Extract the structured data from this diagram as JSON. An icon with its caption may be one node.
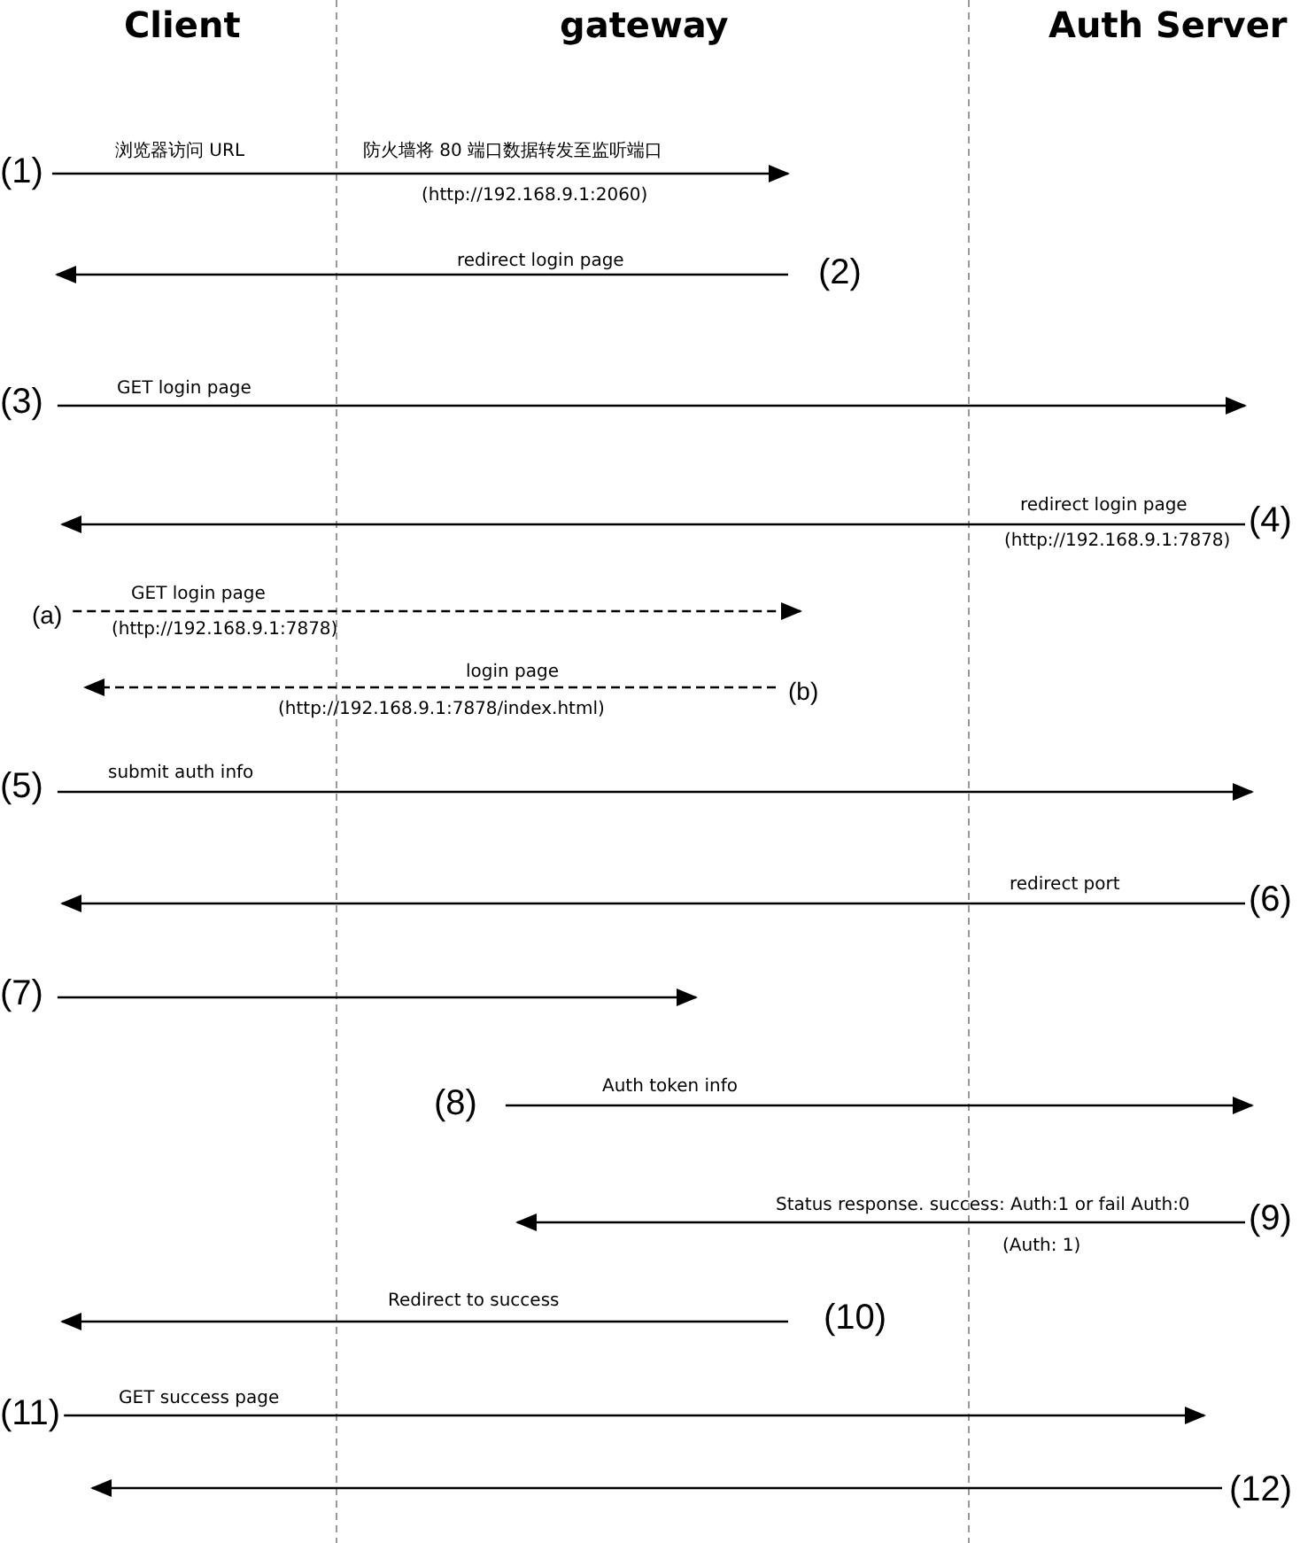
{
  "diagram": {
    "nodes": [
      {
        "text": [
          "Client"
        ]
      },
      {
        "text": [
          "gateway"
        ]
      },
      {
        "text": [
          "Auth Server"
        ]
      },
      {
        "text": [
          "(1)"
        ]
      },
      {
        "text": [
          "(2)"
        ]
      },
      {
        "text": [
          "(3)"
        ]
      },
      {
        "text": [
          "(4)"
        ]
      },
      {
        "text": [
          "(a)"
        ]
      },
      {
        "text": [
          "(b)"
        ]
      },
      {
        "text": [
          "(5)"
        ]
      },
      {
        "text": [
          "(6)"
        ]
      },
      {
        "text": [
          "(7)"
        ]
      },
      {
        "text": [
          "(8)"
        ]
      },
      {
        "text": [
          "(9)"
        ]
      },
      {
        "text": [
          "(10)"
        ]
      },
      {
        "text": [
          "(11)"
        ]
      },
      {
        "text": [
          "(12)"
        ]
      }
    ],
    "edges": [
      {
        "from": 3,
        "to": null,
        "arrow": "to",
        "label": "浏览器访问 URL"
      },
      {
        "from": 4,
        "to": null,
        "arrow": "to",
        "label": "redirect login page"
      },
      {
        "from": 5,
        "to": null,
        "arrow": "to",
        "label": "GET login page"
      },
      {
        "from": 6,
        "to": null,
        "arrow": "to",
        "label": "redirect login page"
      },
      {
        "from": 7,
        "to": null,
        "arrow": "to",
        "label": "GET login page",
        "style": "dashed"
      },
      {
        "from": 8,
        "to": null,
        "arrow": "to",
        "label": "login page",
        "style": "dashed"
      },
      {
        "from": 9,
        "to": null,
        "arrow": "to",
        "label": "submit auth info"
      },
      {
        "from": 10,
        "to": null,
        "arrow": "to",
        "label": "redirect port"
      },
      {
        "from": 11,
        "to": null,
        "arrow": "to"
      },
      {
        "from": 12,
        "to": null,
        "arrow": "to",
        "label": "Auth token info"
      },
      {
        "from": 13,
        "to": null,
        "arrow": "to",
        "label": "Status response. success: Auth:1 or fail Auth:0"
      },
      {
        "from": 14,
        "to": null,
        "arrow": "to",
        "label": "Redirect to success"
      },
      {
        "from": 15,
        "to": null,
        "arrow": "to",
        "label": "GET success page"
      },
      {
        "from": 16,
        "to": null,
        "arrow": "to"
      }
    ],
    "labels": [
      "防火墙将 80 端口数据转发至监听端口",
      "(http://192.168.9.1:2060)",
      "(http://192.168.9.1:7878)",
      "(http://192.168.9.1:7878)",
      "(http://192.168.9.1:7878/index.html)",
      "(Auth: 1)"
    ]
  }
}
